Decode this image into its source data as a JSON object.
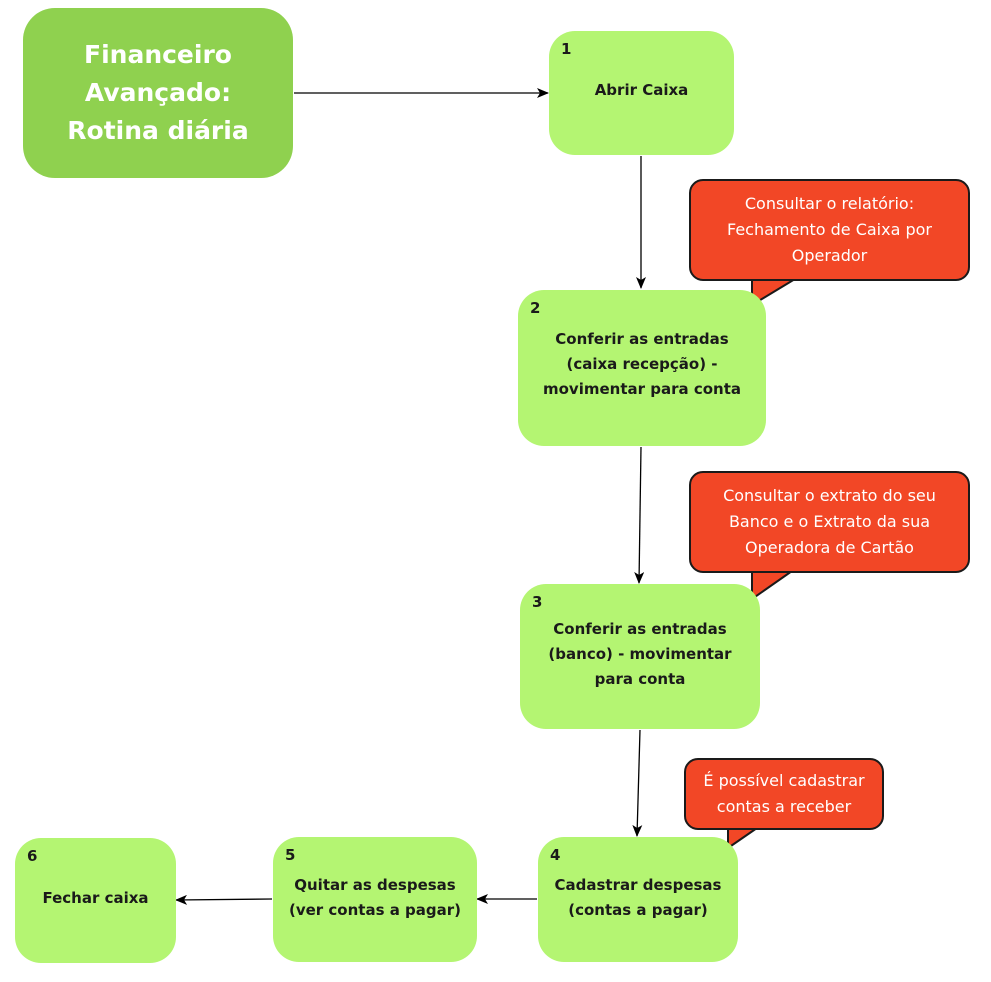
{
  "title": {
    "lines": [
      "Financeiro",
      "Avançado:",
      "Rotina diária"
    ]
  },
  "colors": {
    "title_fill": "#8fd14f",
    "step_fill": "#b4f572",
    "note_fill": "#f24726",
    "note_border": "#1a1a1a",
    "connector": "#000000"
  },
  "steps": [
    {
      "number": "1",
      "lines": [
        "Abrir Caixa"
      ]
    },
    {
      "number": "2",
      "lines": [
        "Conferir as entradas",
        "(caixa recepção) -",
        "movimentar para conta"
      ]
    },
    {
      "number": "3",
      "lines": [
        "Conferir as entradas",
        "(banco) - movimentar",
        "para conta"
      ]
    },
    {
      "number": "4",
      "lines": [
        "Cadastrar despesas",
        "(contas a pagar)"
      ]
    },
    {
      "number": "5",
      "lines": [
        "Quitar as despesas",
        "(ver contas a pagar)"
      ]
    },
    {
      "number": "6",
      "lines": [
        "Fechar caixa"
      ]
    }
  ],
  "notes": [
    {
      "attached_to_step": "2",
      "lines": [
        "Consultar o relatório:",
        "Fechamento de Caixa por",
        "Operador"
      ]
    },
    {
      "attached_to_step": "3",
      "lines": [
        "Consultar o extrato do seu",
        "Banco e o Extrato da sua",
        "Operadora de Cartão"
      ]
    },
    {
      "attached_to_step": "4",
      "lines": [
        "É possível cadastrar",
        "contas a receber"
      ]
    }
  ],
  "connectors": [
    {
      "from": "title",
      "to": "1"
    },
    {
      "from": "1",
      "to": "2"
    },
    {
      "from": "2",
      "to": "3"
    },
    {
      "from": "3",
      "to": "4"
    },
    {
      "from": "4",
      "to": "5"
    },
    {
      "from": "5",
      "to": "6"
    }
  ]
}
